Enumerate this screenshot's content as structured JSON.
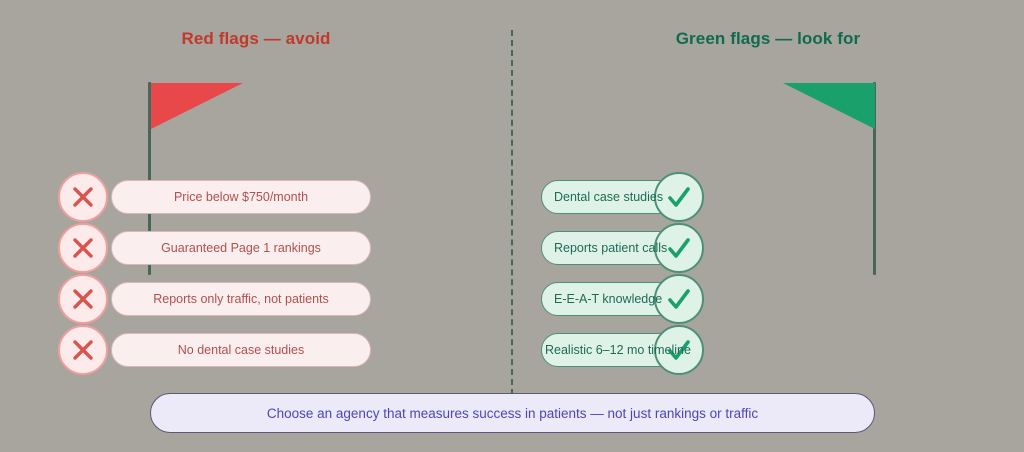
{
  "background_color": "#a8a59e",
  "columns": {
    "left": {
      "heading": "Red flags — avoid",
      "heading_color": "#c0392b",
      "flag_color": "#e8484a",
      "marker_icon": "x-mark-icon",
      "items": [
        {
          "label": "Price below $750/month"
        },
        {
          "label": "Guaranteed Page 1 rankings"
        },
        {
          "label": "Reports only traffic, not patients"
        },
        {
          "label": "No dental case studies"
        }
      ]
    },
    "right": {
      "heading": "Green flags — look for",
      "heading_color": "#0f6b4f",
      "flag_color": "#1aa06a",
      "marker_icon": "check-mark-icon",
      "items": [
        {
          "label": "Dental case studies"
        },
        {
          "label": "Reports patient calls"
        },
        {
          "label": "E-E-A-T knowledge"
        },
        {
          "label": "Realistic 6–12 mo timeline"
        }
      ]
    }
  },
  "divider": {
    "style": "dashed-vertical",
    "color": "#3f6b57"
  },
  "banner": {
    "text": "Choose an agency that measures success in patients — not just rankings or traffic",
    "text_color": "#4b46b8",
    "background_color": "#eceaf8"
  }
}
